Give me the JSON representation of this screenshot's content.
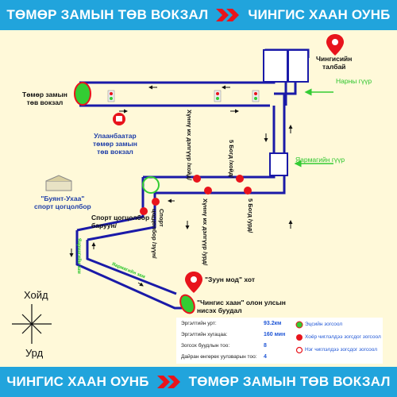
{
  "header": {
    "left": "ТӨМӨР ЗАМЫН ТӨВ ВОКЗАЛ",
    "right": "ЧИНГИС ХААН ОУНБ"
  },
  "footer": {
    "left": "ЧИНГИС ХААН ОУНБ",
    "right": "ТӨМӨР ЗАМЫН ТӨВ ВОКЗАЛ"
  },
  "colors": {
    "band": "#21a4dc",
    "background": "#fff9d9",
    "route": "#1a1aa8",
    "stop_both": "#e8141c",
    "stop_start": "#33cc33",
    "chevron": "#e8141c"
  },
  "places": {
    "station": "Төмөр замын\nтөв вокзал",
    "ub_station": "Улаанбаатар\nтөмөр замын\nтөв вокзал",
    "chinggis_square": "Чингисийн\nталбай",
    "narny_bridge": "Нарны гүүр",
    "yarmag_bridge": "Яармагийн гүүр",
    "buyant_ukhaa": "\"Буянт-Ухаа\"\nспорт цогцолбор",
    "sport_complex_stop": "Спорт цогцолбор /\nбаруун/",
    "sport_complex_stop_east": "Спорт\nцогцолбор /зүүн/",
    "khan_uul_east": "Хүннү их дэлгүүр /хойд/",
    "khan_uul_west": "Хүннү их дэлгүүр /урд/",
    "bogd_north": "5 Богд /хойд/",
    "bogd_south": "5 Богд /урд/",
    "zuun_mod": "\"Зуун мод\" хот",
    "airport": "\"Чингис хаан\" олон улсын\nнисэх буудал",
    "road_left": "Яармагийн зам",
    "road_bottom": "Яармагийн зам"
  },
  "compass": {
    "north": "Хойд",
    "south": "Урд"
  },
  "info": {
    "rows": [
      {
        "label": "Эргэлтийн урт:",
        "value": "93.2км"
      },
      {
        "label": "Эргэлтийн хугацаа:",
        "value": "160 мин"
      },
      {
        "label": "Зогсох буудлын тоо:",
        "value": "8"
      },
      {
        "label": "Дайран өнгөрөх уулзварын тоо:",
        "value": "4"
      }
    ],
    "legend": [
      {
        "label": "Эцсийн зогсоол",
        "icon": "green-dot-icon"
      },
      {
        "label": "Хоёр чиглэлдээ зогсдог зогсоол",
        "icon": "red-dot-icon"
      },
      {
        "label": "Нэг чиглэлдээ зогсдог зогсоол",
        "icon": "red-ring-icon"
      }
    ]
  }
}
